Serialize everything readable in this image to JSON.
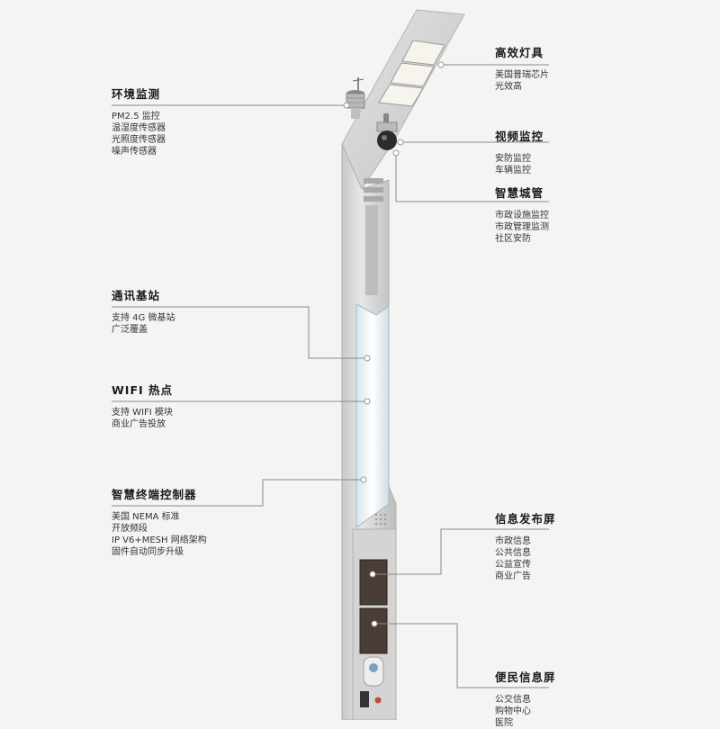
{
  "callouts": {
    "lamp": {
      "title": "高效灯具",
      "lines": [
        "美国普瑞芯片",
        "光效高"
      ]
    },
    "env": {
      "title": "环境监测",
      "lines": [
        "PM2.5 监控",
        "温湿度传感器",
        "光照度传感器",
        "噪声传感器"
      ]
    },
    "video": {
      "title": "视频监控",
      "lines": [
        "安防监控",
        "车辆监控"
      ]
    },
    "city": {
      "title": "智慧城管",
      "lines": [
        "市政设施监控",
        "市政管理监测",
        "社区安防"
      ]
    },
    "base": {
      "title": "通讯基站",
      "lines": [
        "支持 4G 微基站",
        "广泛覆盖"
      ]
    },
    "wifi": {
      "title": "WIFI 热点",
      "lines": [
        "支持 WIFI 模块",
        "商业广告投放"
      ]
    },
    "controller": {
      "title": "智慧终端控制器",
      "lines": [
        "美国 NEMA 标准",
        "开放频段",
        "IP V6+MESH 网络架构",
        "固件自动同步升级"
      ]
    },
    "publish": {
      "title": "信息发布屏",
      "lines": [
        "市政信息",
        "公共信息",
        "公益宣传",
        "商业广告"
      ]
    },
    "service": {
      "title": "便民信息屏",
      "lines": [
        "公交信息",
        "购物中心",
        "医院"
      ]
    }
  },
  "colors": {
    "background": "#f4f4f2",
    "pole": "#dcdcdc",
    "pole_shade": "#c4c4c4",
    "light_panel": "#eaf2f6",
    "screen": "#4a3c36",
    "leader": "#8a8a8a"
  }
}
